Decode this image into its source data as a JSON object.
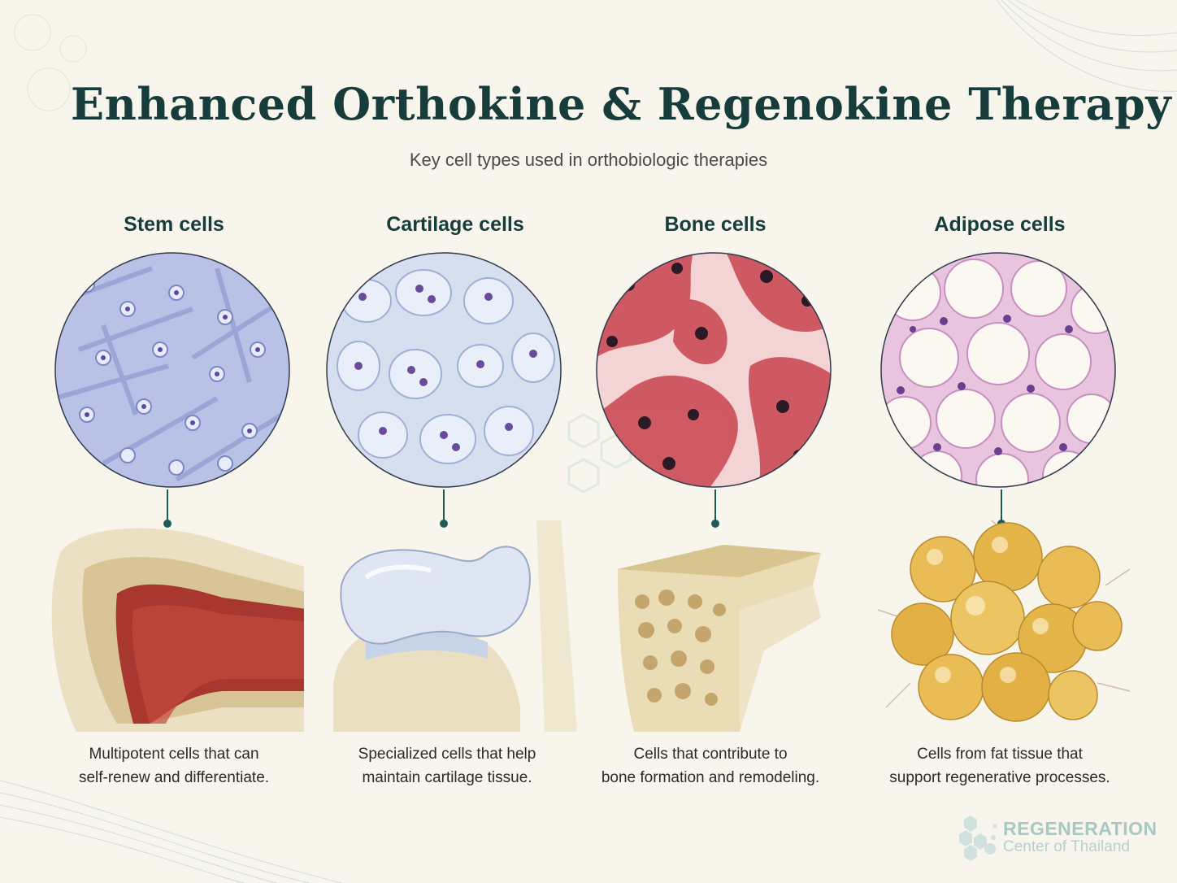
{
  "header": {
    "title": "Enhanced Orthokine & Regenokine Therapy",
    "subtitle": "Key cell types used in orthobiologic therapies"
  },
  "columns": [
    {
      "heading": "Stem cells",
      "desc_line1": "Multipotent cells that can",
      "desc_line2": "self-renew and differentiate.",
      "micro_icon": "stem-cell-micrograph",
      "anat_icon": "bone-marrow-illustration"
    },
    {
      "heading": "Cartilage cells",
      "desc_line1": "Specialized cells that help",
      "desc_line2": "maintain cartilage tissue.",
      "micro_icon": "cartilage-cell-micrograph",
      "anat_icon": "knee-cartilage-illustration"
    },
    {
      "heading": "Bone cells",
      "desc_line1": "Cells that contribute to",
      "desc_line2": "bone formation and remodeling.",
      "micro_icon": "bone-cell-micrograph",
      "anat_icon": "bone-section-illustration"
    },
    {
      "heading": "Adipose cells",
      "desc_line1": "Cells from fat tissue that",
      "desc_line2": "support regenerative processes.",
      "micro_icon": "adipose-cell-micrograph",
      "anat_icon": "fat-cluster-illustration"
    }
  ],
  "logo": {
    "line1": "REGENERATION",
    "line2": "Center of Thailand",
    "icon": "hexagon-logo-icon"
  },
  "colors": {
    "background": "#f8f5ec",
    "heading": "#163c3b",
    "accent": "#1e5a57",
    "stem_stain": "#8f9bd1",
    "cartilage_stain": "#c9d5ec",
    "bone_stain": "#c8444f",
    "adipose_stain": "#c78fbf",
    "fat_yellow": "#e4b64a"
  }
}
